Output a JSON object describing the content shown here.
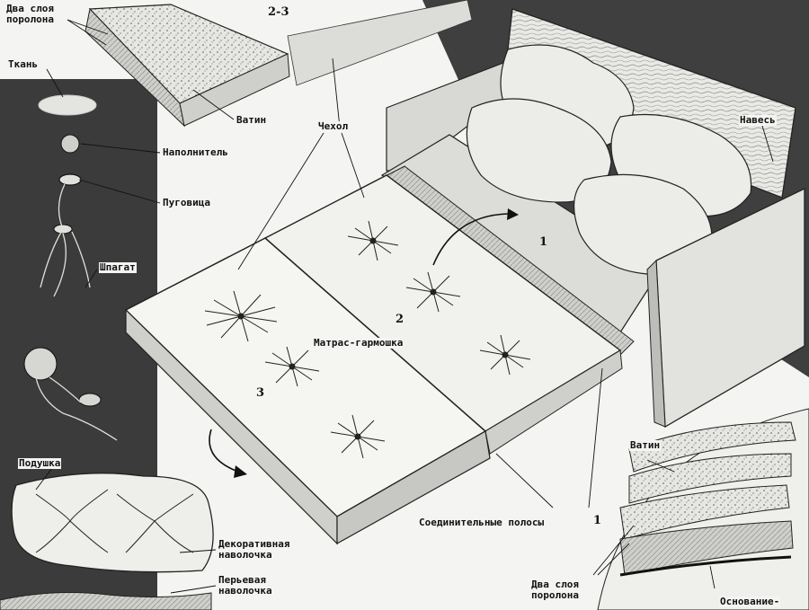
{
  "labels": {
    "two_layers_top": "Два слоя\nпоролона",
    "fabric": "Ткань",
    "filler": "Наполнитель",
    "button": "Пуговица",
    "twine": "Шпагат",
    "pillow": "Подушка",
    "decor_pillowcase": "Декоративная\nнаволочка",
    "feather_pillowcase": "Перьевая\nнаволочка",
    "batting_top": "Ватин",
    "cover": "Чехол",
    "hinge": "Навесь",
    "accordion_mattress": "Матрас-гармошка",
    "connecting_strips": "Соединительные полосы",
    "batting_detail": "Ватин",
    "two_layers_bottom": "Два слоя\nпоролона",
    "base": "Основание-"
  },
  "numbers": {
    "top_inset": "2-3",
    "section_1": "1",
    "section_2": "2",
    "section_3": "3",
    "detail_1": "1"
  }
}
